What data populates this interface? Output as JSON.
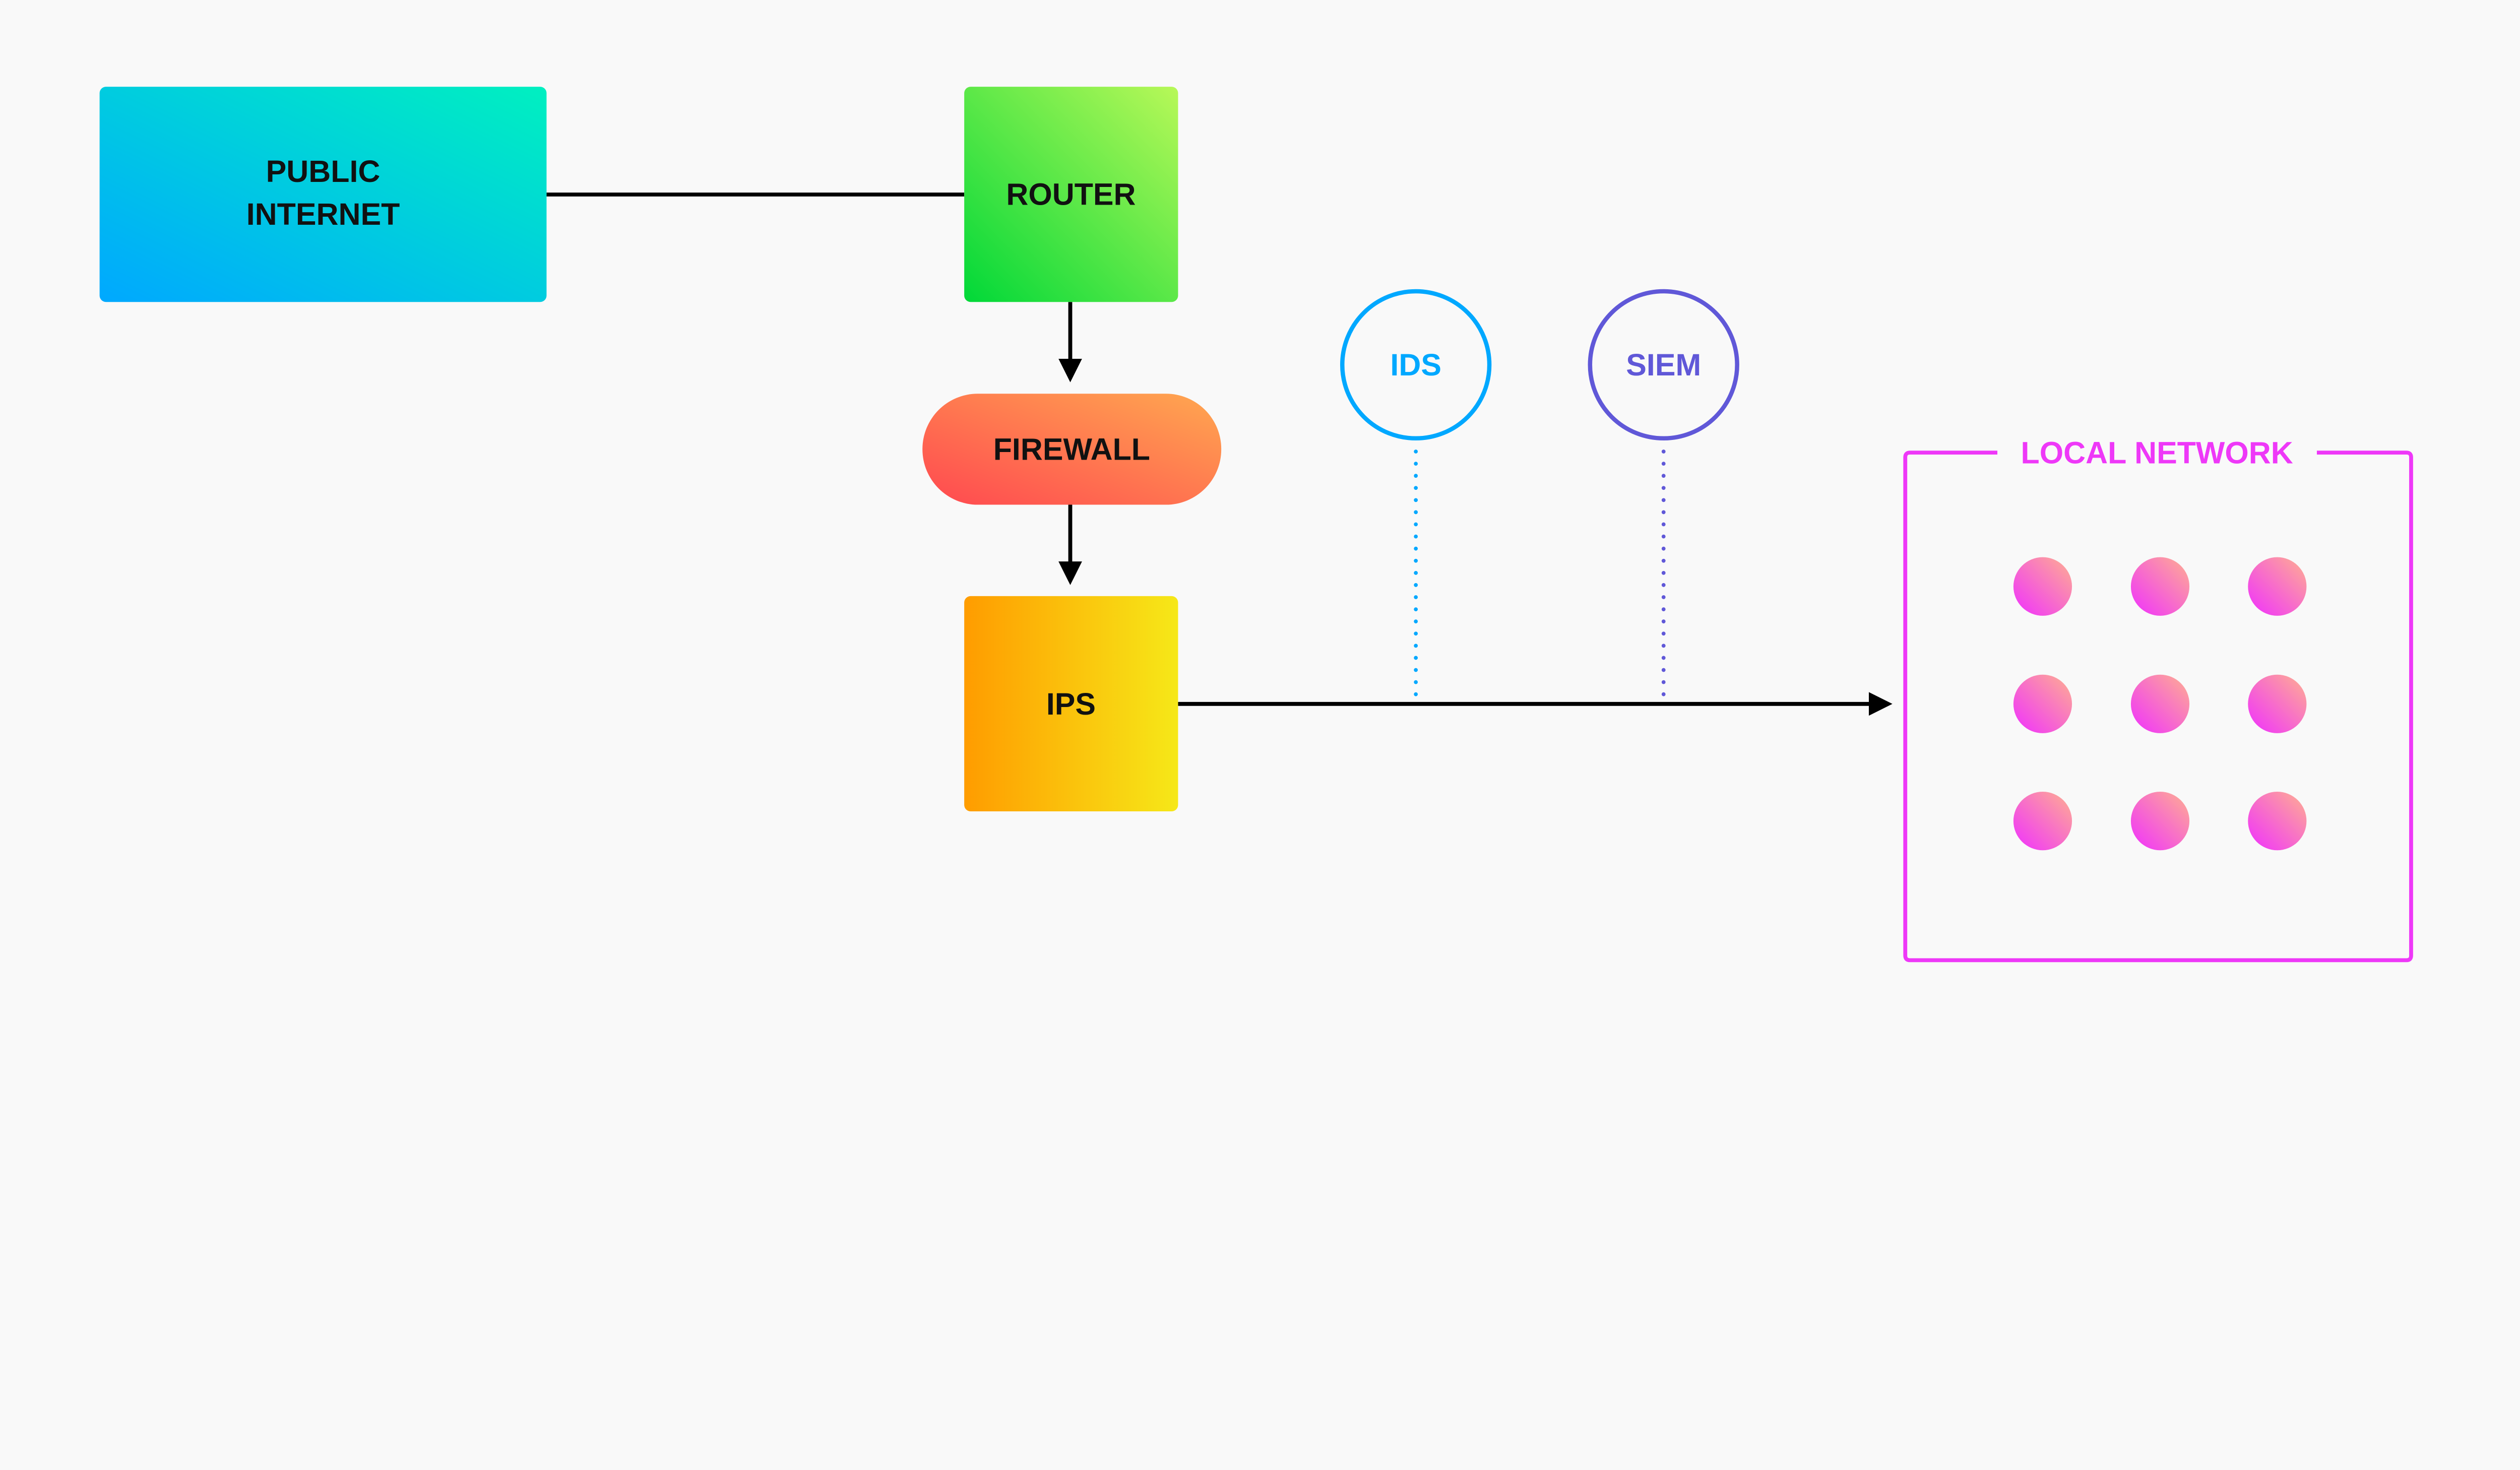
{
  "nodes": {
    "public_internet": {
      "line1": "PUBLIC",
      "line2": "INTERNET"
    },
    "router": {
      "label": "ROUTER"
    },
    "firewall": {
      "label": "FIREWALL"
    },
    "ips": {
      "label": "IPS"
    },
    "ids": {
      "label": "IDS"
    },
    "siem": {
      "label": "SIEM"
    },
    "local_network": {
      "label": "LOCAL NETWORK",
      "device_count": 9
    }
  },
  "colors": {
    "background": "#f9f9f9",
    "ids": "#00a8ff",
    "siem": "#6058d8",
    "local_network": "#ee38f8",
    "connector": "#000000"
  }
}
